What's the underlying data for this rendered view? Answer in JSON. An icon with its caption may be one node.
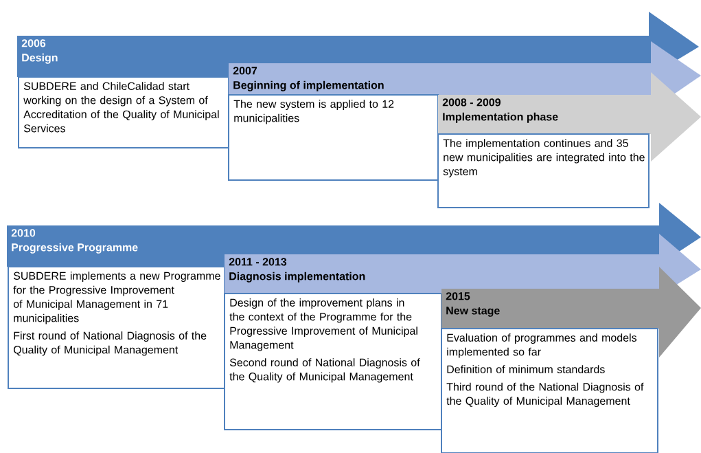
{
  "diagram": {
    "nodes": [
      {
        "text": [
          "2006",
          "Design"
        ]
      },
      {
        "text": [
          "SUBDERE and ChileCalidad start working on the design of a System of Accreditation of the Quality of Municipal Services"
        ]
      },
      {
        "text": [
          "2007",
          "Beginning of implementation"
        ]
      },
      {
        "text": [
          "The new system is applied to 12 municipalities"
        ]
      },
      {
        "text": [
          "2008 - 2009",
          "Implementation phase"
        ]
      },
      {
        "text": [
          "The implementation continues and 35 new municipalities are integrated into the system"
        ]
      },
      {
        "text": [
          "2010",
          "Progressive Programme"
        ]
      },
      {
        "text": [
          "SUBDERE implements a new Programme for the Progressive Improvement of Municipal Management in 71 municipalities",
          "First round of National Diagnosis of the Quality of Municipal Management"
        ]
      },
      {
        "text": [
          "2011 - 2013",
          "Diagnosis implementation"
        ]
      },
      {
        "text": [
          "Design of the improvement plans in the context of the Programme for the Progressive Improvement of Municipal Management",
          "Second round of National Diagnosis of the Quality of Municipal Management"
        ]
      },
      {
        "text": [
          "2015",
          "New stage"
        ]
      },
      {
        "text": [
          "Evaluation of programmes and models implemented so far",
          "Definition of minimum standards",
          "Third round of the National Diagnosis of the Quality of Municipal Management"
        ]
      }
    ]
  }
}
